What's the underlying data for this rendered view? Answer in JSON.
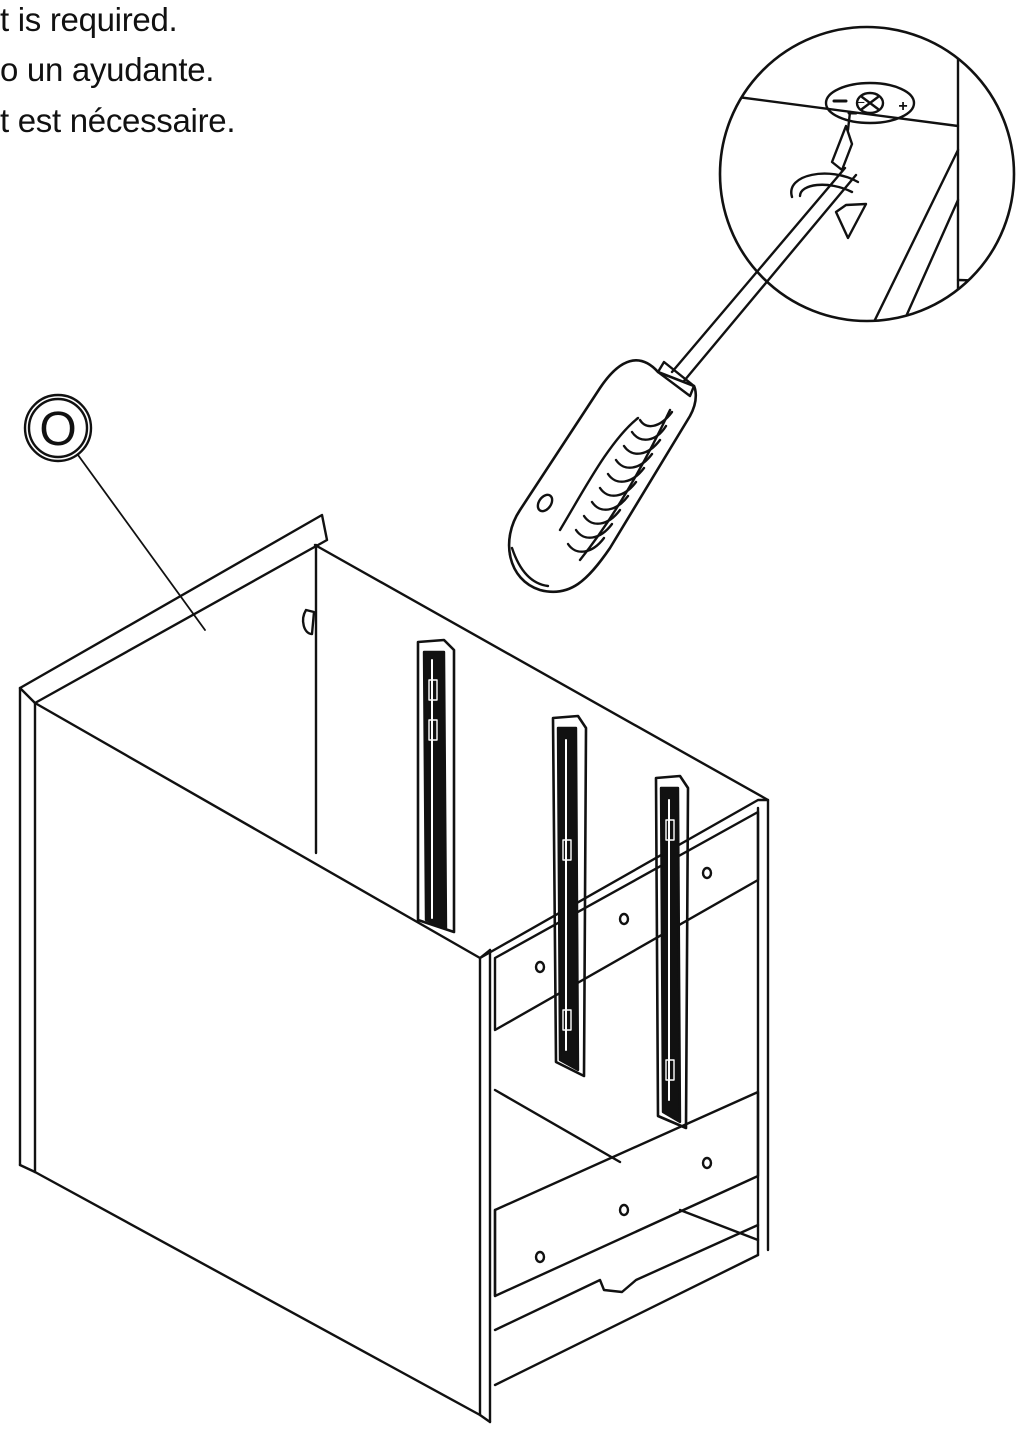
{
  "instructions": {
    "line_en": "t is required.",
    "line_es": "o un ayudante.",
    "line_fr": "t est nécessaire."
  },
  "part_callout": {
    "label": "O"
  },
  "screw_symbols": {
    "minus": "−",
    "plus": "+"
  },
  "icons": {
    "tool": "screwdriver-icon",
    "rotation": "clockwise-arrow-icon",
    "detail": "magnifier-detail-icon"
  },
  "colors": {
    "line": "#111111",
    "background": "#ffffff"
  }
}
